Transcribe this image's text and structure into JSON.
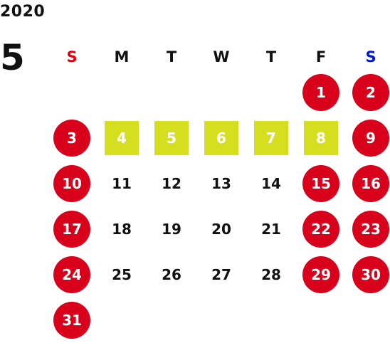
{
  "calendar": {
    "year": "2020",
    "month": "5",
    "weekdays": [
      "S",
      "M",
      "T",
      "W",
      "T",
      "F",
      "S"
    ],
    "colors": {
      "holiday": "#d8001a",
      "highlight": "#d6df1f",
      "sunday_label": "#e60012",
      "saturday_label": "#0017d8",
      "regular": "#111111"
    },
    "days": [
      {
        "day": "1",
        "style": "holiday"
      },
      {
        "day": "2",
        "style": "holiday"
      },
      {
        "day": "3",
        "style": "holiday"
      },
      {
        "day": "4",
        "style": "highlight"
      },
      {
        "day": "5",
        "style": "highlight"
      },
      {
        "day": "6",
        "style": "highlight"
      },
      {
        "day": "7",
        "style": "highlight"
      },
      {
        "day": "8",
        "style": "highlight"
      },
      {
        "day": "9",
        "style": "holiday"
      },
      {
        "day": "10",
        "style": "holiday"
      },
      {
        "day": "11",
        "style": "regular"
      },
      {
        "day": "12",
        "style": "regular"
      },
      {
        "day": "13",
        "style": "regular"
      },
      {
        "day": "14",
        "style": "regular"
      },
      {
        "day": "15",
        "style": "holiday"
      },
      {
        "day": "16",
        "style": "holiday"
      },
      {
        "day": "17",
        "style": "holiday"
      },
      {
        "day": "18",
        "style": "regular"
      },
      {
        "day": "19",
        "style": "regular"
      },
      {
        "day": "20",
        "style": "regular"
      },
      {
        "day": "21",
        "style": "regular"
      },
      {
        "day": "22",
        "style": "holiday"
      },
      {
        "day": "23",
        "style": "holiday"
      },
      {
        "day": "24",
        "style": "holiday"
      },
      {
        "day": "25",
        "style": "regular"
      },
      {
        "day": "26",
        "style": "regular"
      },
      {
        "day": "27",
        "style": "regular"
      },
      {
        "day": "28",
        "style": "regular"
      },
      {
        "day": "29",
        "style": "holiday"
      },
      {
        "day": "30",
        "style": "holiday"
      },
      {
        "day": "31",
        "style": "holiday"
      }
    ]
  }
}
